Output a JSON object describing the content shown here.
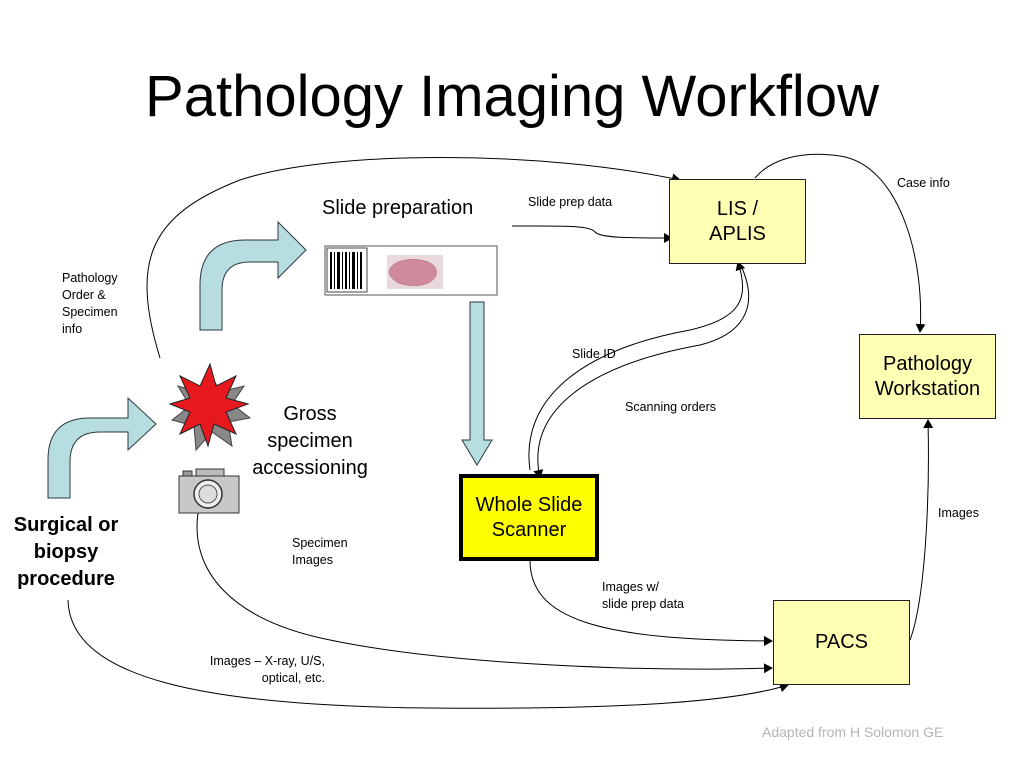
{
  "title": "Pathology Imaging Workflow",
  "nodes": {
    "lis": "LIS /\nAPLIS",
    "workstation": "Pathology\nWorkstation",
    "scanner": "Whole Slide\nScanner",
    "pacs": "PACS"
  },
  "steps": {
    "slide_preparation": "Slide preparation",
    "gross_accessioning": "Gross\nspecimen\naccessioning",
    "surgical": "Surgical or\nbiopsy\nprocedure"
  },
  "edge_labels": {
    "slide_prep_data": "Slide prep data",
    "case_info": "Case  info",
    "pathology_order": "Pathology\nOrder &\nSpecimen\ninfo",
    "slide_id": "Slide ID",
    "scanning_orders": "Scanning orders",
    "images": "Images",
    "specimen_images": "Specimen\nImages",
    "images_w_prep": "Images w/\nslide prep data",
    "images_xray": "Images – X-ray, U/S,\noptical, etc."
  },
  "credit": "Adapted from H Solomon GE",
  "colors": {
    "node_fill": "#ffffb3",
    "scanner_fill": "#ffff00",
    "flow_arrow": "#b7dde0",
    "specimen_red": "#e8191e",
    "specimen_gray": "#888888"
  },
  "icons": [
    "barcode-icon",
    "tissue-sample-icon",
    "specimen-icon",
    "camera-icon"
  ]
}
